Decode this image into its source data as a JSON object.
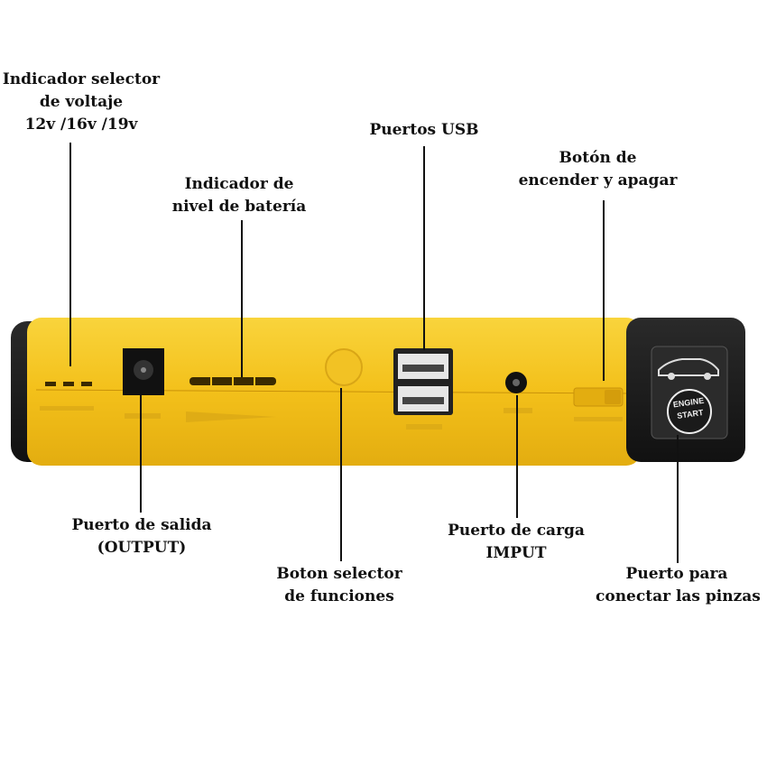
{
  "labels": {
    "voltage_indicator": [
      "Indicador selector",
      "de voltaje",
      "12v /16v /19v"
    ],
    "battery_indicator": [
      "Indicador de",
      "nivel de batería"
    ],
    "usb_ports": [
      "Puertos USB"
    ],
    "power_button": [
      "Botón de",
      "encender y apagar"
    ],
    "output_port": [
      "Puerto de salida",
      "(OUTPUT)"
    ],
    "function_button": [
      "Boton selector",
      "de funciones"
    ],
    "charge_port": [
      "Puerto de carga",
      "IMPUT"
    ],
    "clamp_port": [
      "Puerto para",
      "conectar las pinzas"
    ]
  },
  "device": {
    "engine_start_lines": [
      "ENGINE",
      "START"
    ],
    "body_color": "#f5c21b",
    "cap_color": "#1c1c1c"
  }
}
